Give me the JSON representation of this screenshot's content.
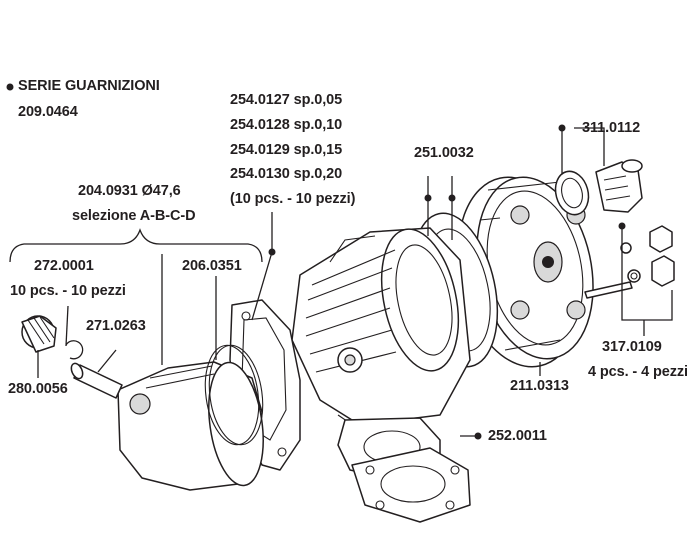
{
  "gasket_set": {
    "title": "SERIE GUARNIZIONI",
    "code": "209.0464"
  },
  "labels": {
    "shim_1": "254.0127 sp.0,05",
    "shim_2": "254.0128 sp.0,10",
    "shim_3": "254.0129 sp.0,15",
    "shim_4": "254.0130 sp.0,20",
    "shim_qty": "(10 pcs. - 10 pezzi)",
    "head_gasket": "251.0032",
    "spark_plug_adapter": "311.0112",
    "piston_kit": "204.0931 Ø47,6",
    "piston_selection": "selezione A-B-C-D",
    "circlip": "272.0001",
    "circlip_qty": "10 pcs. - 10 pezzi",
    "ring": "206.0351",
    "pin": "271.0263",
    "bearing": "280.0056",
    "studs": "317.0109",
    "studs_qty": "4 pcs. - 4 pezzi",
    "head": "211.0313",
    "base_gasket": "252.0011"
  },
  "colors": {
    "ink": "#231f20",
    "background": "#ffffff",
    "shade": "#d9d9d9"
  }
}
